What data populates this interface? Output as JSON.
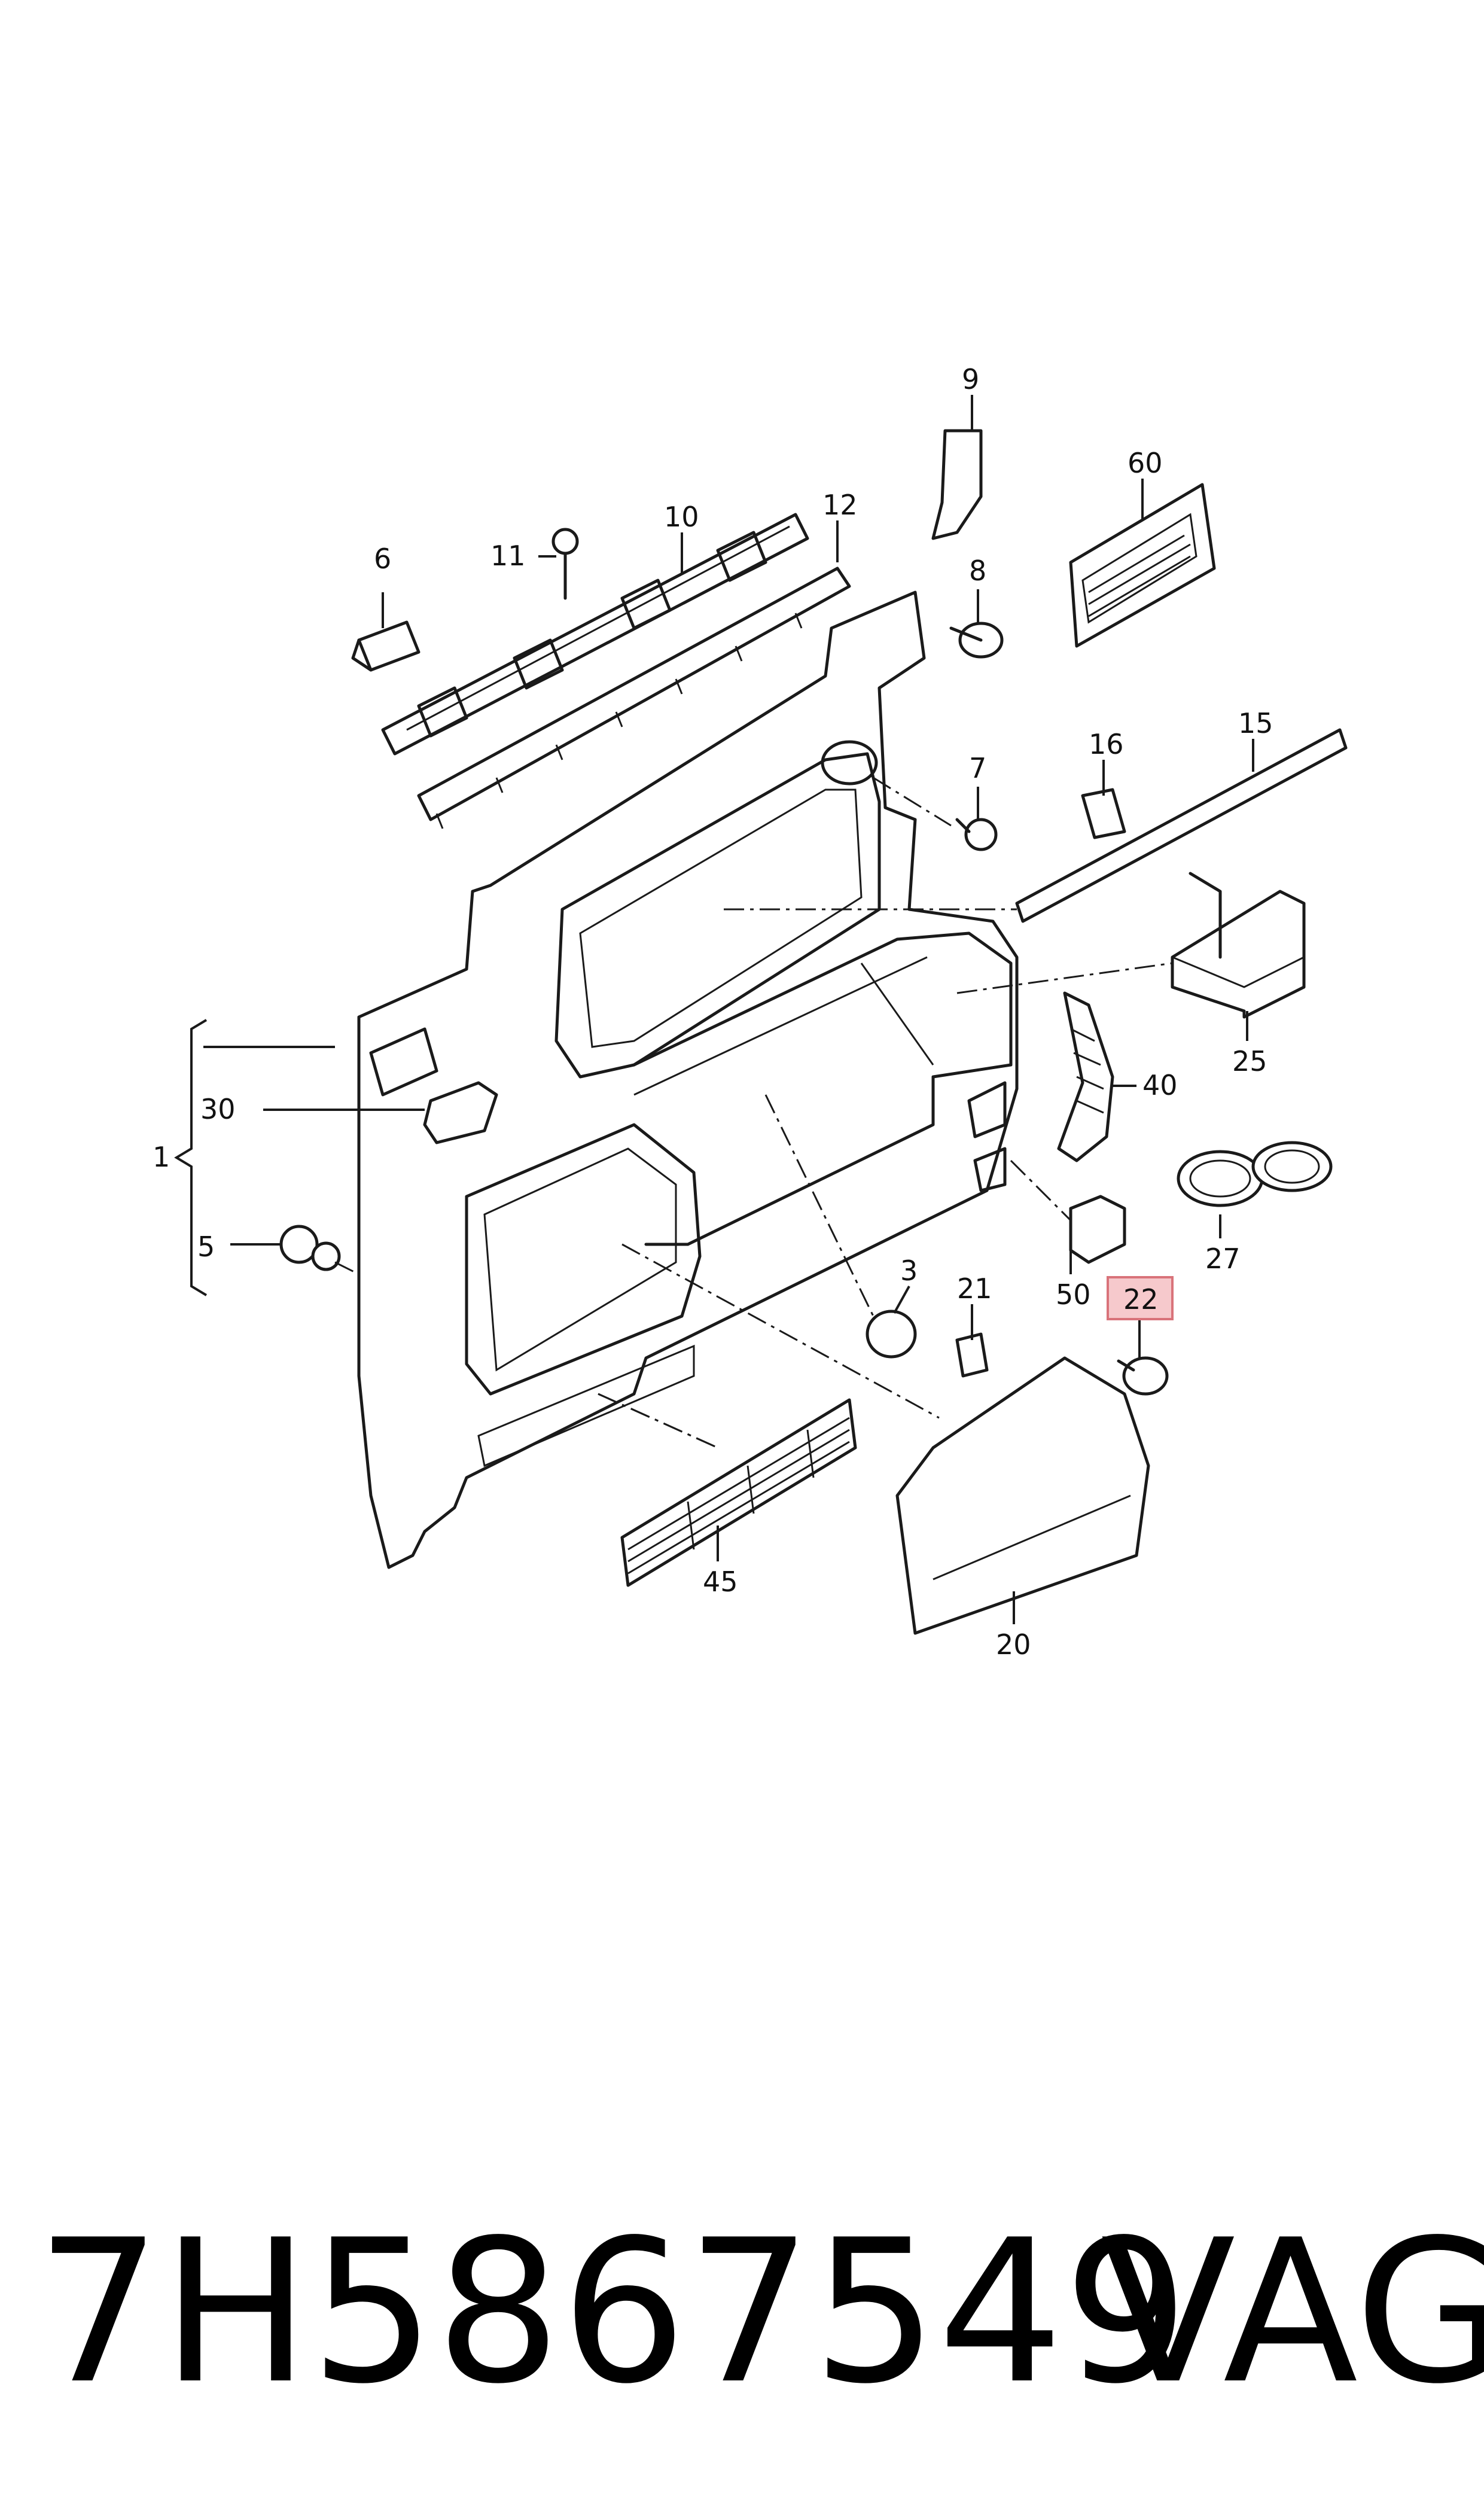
{
  "callouts": [
    {
      "id": "1",
      "label": "1"
    },
    {
      "id": "3",
      "label": "3"
    },
    {
      "id": "5",
      "label": "5"
    },
    {
      "id": "6",
      "label": "6"
    },
    {
      "id": "7",
      "label": "7"
    },
    {
      "id": "8",
      "label": "8"
    },
    {
      "id": "9",
      "label": "9"
    },
    {
      "id": "10",
      "label": "10"
    },
    {
      "id": "11",
      "label": "11"
    },
    {
      "id": "12",
      "label": "12"
    },
    {
      "id": "15",
      "label": "15"
    },
    {
      "id": "16",
      "label": "16"
    },
    {
      "id": "20",
      "label": "20"
    },
    {
      "id": "21",
      "label": "21"
    },
    {
      "id": "22",
      "label": "22",
      "highlighted": true
    },
    {
      "id": "25",
      "label": "25"
    },
    {
      "id": "27",
      "label": "27"
    },
    {
      "id": "30",
      "label": "30"
    },
    {
      "id": "40",
      "label": "40"
    },
    {
      "id": "45",
      "label": "45"
    },
    {
      "id": "50",
      "label": "50"
    },
    {
      "id": "60",
      "label": "60"
    }
  ],
  "footer": {
    "part_number": "7H5867549",
    "brand": "VAG"
  },
  "colors": {
    "line": "#1a1a1a",
    "highlight_fill": "#f6c9cc",
    "highlight_stroke": "#d9737a"
  }
}
